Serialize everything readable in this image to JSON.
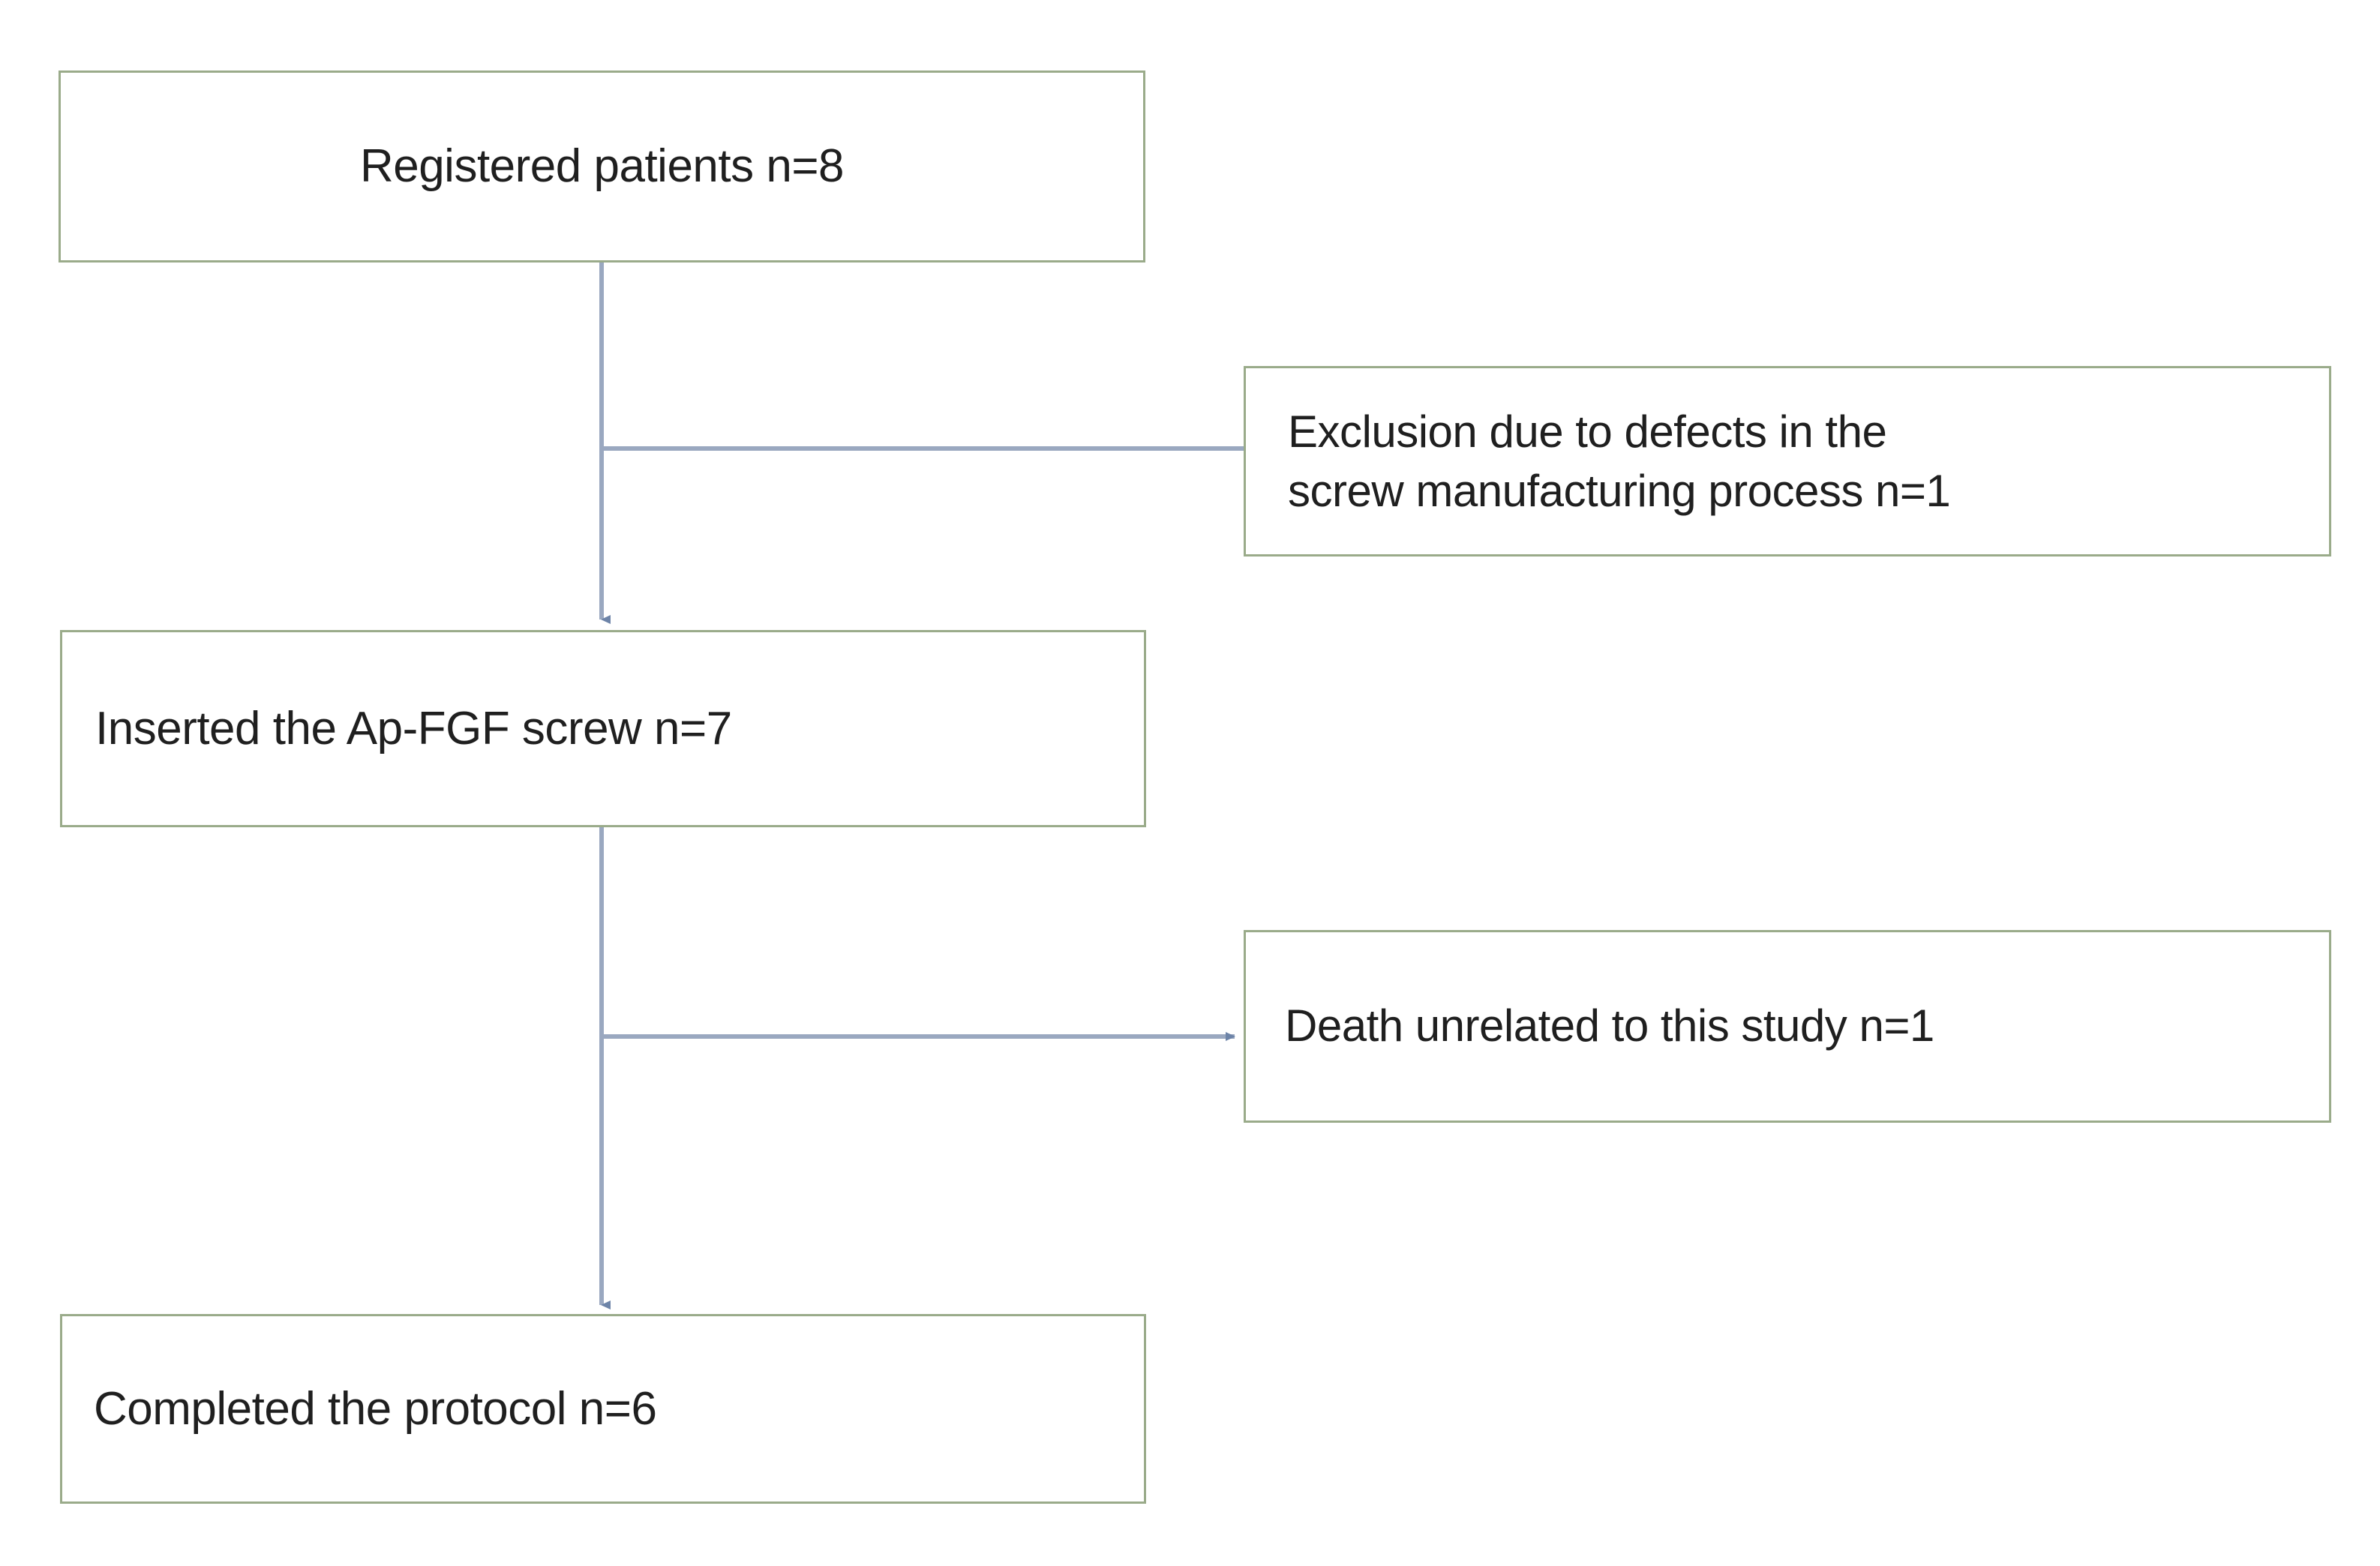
{
  "diagram": {
    "type": "study-flow-chart",
    "title": "Patient disposition flow diagram",
    "colors": {
      "box_border": "#9aab8a",
      "box_fill": "#ffffff",
      "connector": "#8a9ab5",
      "text": "#1f1f1f",
      "background": "#ffffff"
    },
    "nodes": [
      {
        "id": "registered",
        "name": "registered-patients",
        "label": "Registered patients   n=8",
        "count": 8,
        "align": "center",
        "column": "main"
      },
      {
        "id": "exclusion",
        "name": "exclusion-defects",
        "label": "Exclusion due to defects in the\nscrew manufacturing process n=1",
        "count": 1,
        "align": "left",
        "column": "side"
      },
      {
        "id": "inserted",
        "name": "inserted-screw",
        "label": "Inserted the Ap-FGF screw n=7",
        "count": 7,
        "align": "left",
        "column": "main"
      },
      {
        "id": "death",
        "name": "death-unrelated",
        "label": "Death unrelated to this study n=1",
        "count": 1,
        "align": "left",
        "column": "side"
      },
      {
        "id": "completed",
        "name": "completed-protocol",
        "label": "Completed the protocol n=6",
        "count": 6,
        "align": "left",
        "column": "main"
      }
    ],
    "edges": [
      {
        "id": "e1",
        "from": "registered",
        "to": "inserted",
        "kind": "vertical",
        "arrowhead": true
      },
      {
        "id": "e2",
        "from": "registered",
        "to": "exclusion",
        "kind": "branch-right",
        "arrowhead": false
      },
      {
        "id": "e3",
        "from": "inserted",
        "to": "completed",
        "kind": "vertical",
        "arrowhead": true
      },
      {
        "id": "e4",
        "from": "inserted",
        "to": "death",
        "kind": "branch-right",
        "arrowhead": true
      }
    ]
  }
}
